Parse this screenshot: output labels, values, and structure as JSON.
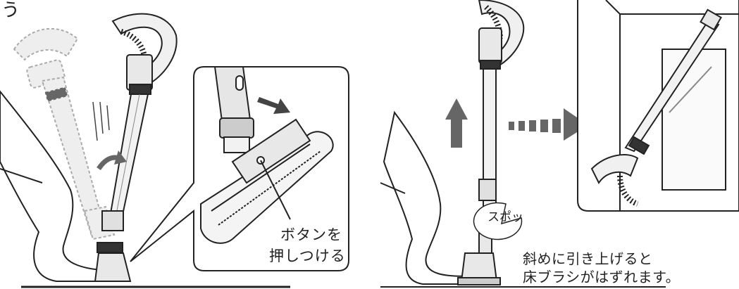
{
  "fragment_text": "う",
  "left_panel": {
    "callout_line1": "ボタンを",
    "callout_line2": "押しつける"
  },
  "right_panel": {
    "sound_effect": "スポッ",
    "caption_line1": "斜めに引き上げると",
    "caption_line2": "床ブラシがはずれます。"
  },
  "colors": {
    "line": "#222222",
    "arrow_gray": "#666666",
    "ghost": "#bbbbbb"
  }
}
